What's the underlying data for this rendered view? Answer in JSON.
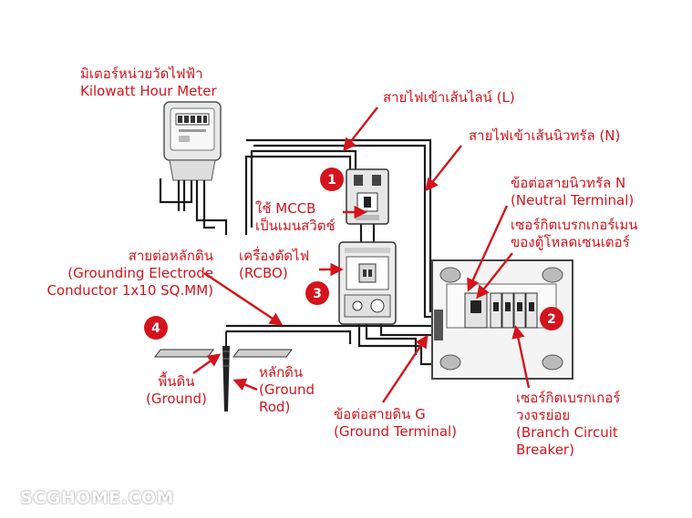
{
  "labels": {
    "meter": [
      "มิเตอร์หน่วยวัดไฟฟ้า",
      "Kilowatt Hour Meter"
    ],
    "line_in": "สายไฟเข้าเส้นไลน์ (L)",
    "neutral_in": "สายไฟเข้าเส้นนิวทรัล (N)",
    "neutral_terminal": [
      "ข้อต่อสายนิวทรัล N",
      "(Neutral Terminal)"
    ],
    "main_breaker": [
      "เซอร์กิตเบรกเกอร์เมน",
      "ของตู้โหลดเซนเตอร์"
    ],
    "mccb": [
      "ใช้ MCCB",
      "เป็นเมนสวิตช์"
    ],
    "rcbo": [
      "เครื่องตัดไฟ",
      "(RCBO)"
    ],
    "grounding_conductor": [
      "สายต่อหลักดิน",
      "(Grounding Electrode",
      "Conductor 1x10 SQ.MM)"
    ],
    "ground": [
      "พื้นดิน",
      "(Ground)"
    ],
    "ground_rod": [
      "หลักดิน",
      "(Ground",
      "Rod)"
    ],
    "ground_terminal": [
      "ข้อต่อสายดิน G",
      "(Ground Terminal)"
    ],
    "branch_breaker": [
      "เซอร์กิตเบรกเกอร์",
      "วงจรย่อย",
      "(Branch Circuit",
      "Breaker)"
    ]
  },
  "badges": [
    "1",
    "2",
    "3",
    "4"
  ],
  "watermark": "SCGHOME.COM",
  "colors": {
    "accent": "#d4141c",
    "wire": "#1a1a1a",
    "device": "#e6e6e6"
  }
}
